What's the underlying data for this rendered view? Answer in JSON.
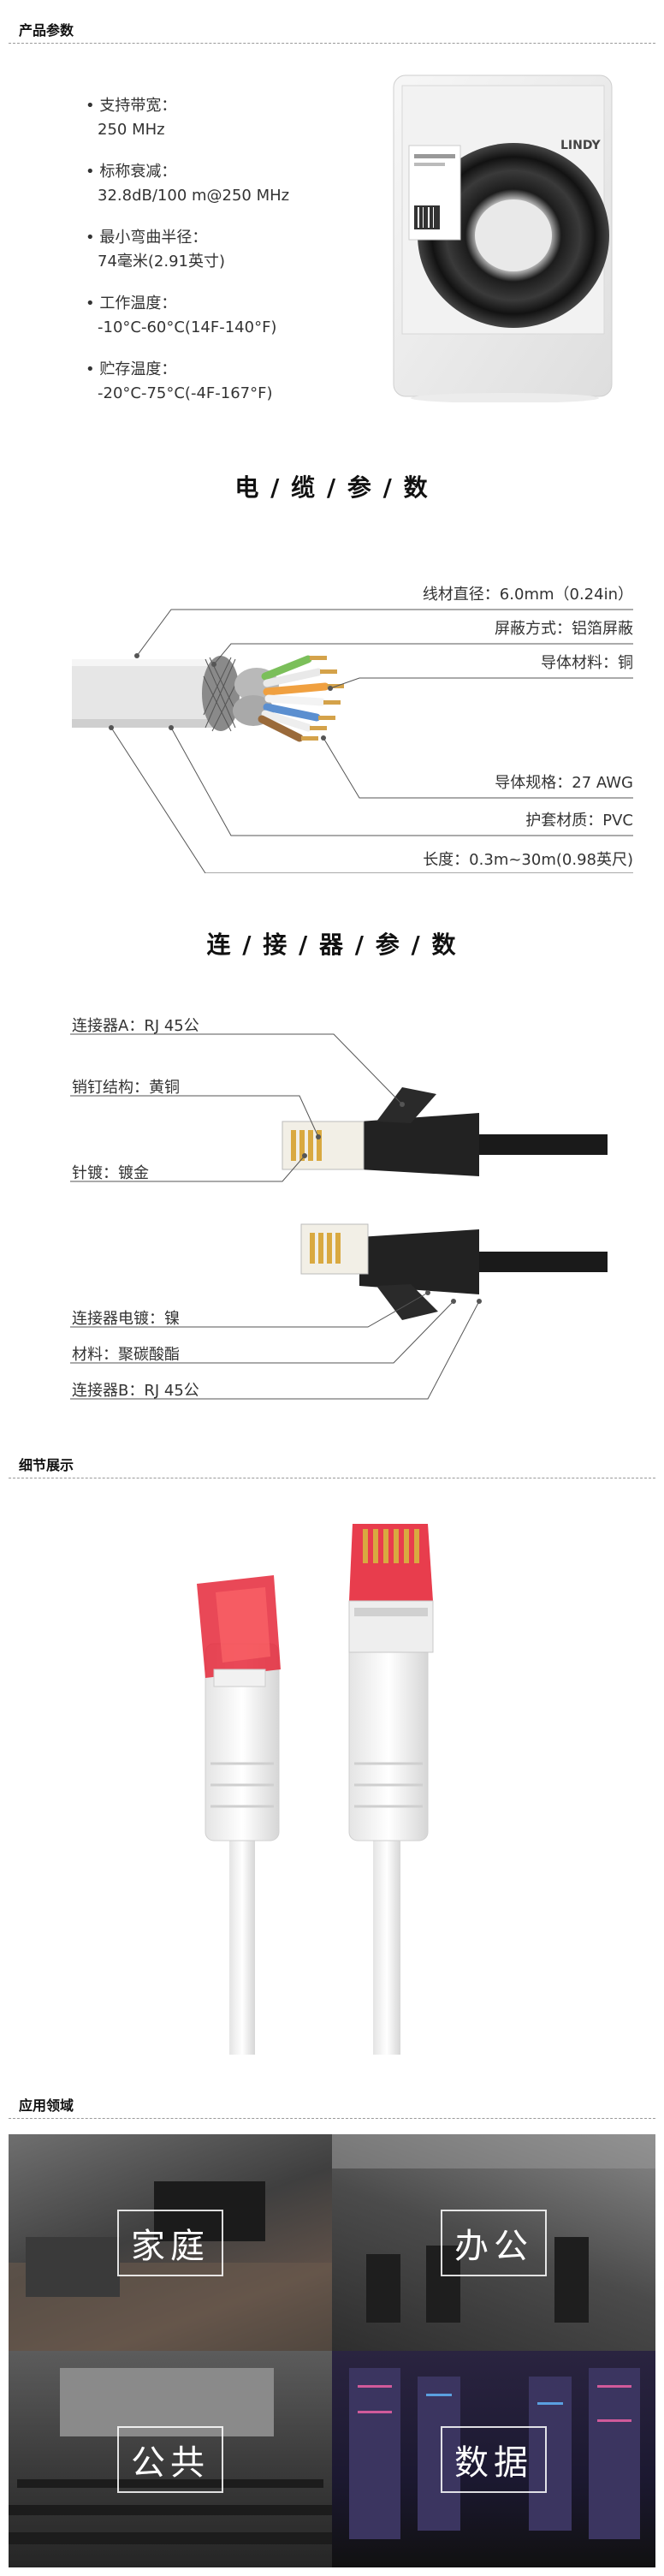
{
  "sections": {
    "params": "产品参数",
    "details": "细节展示",
    "applications": "应用领域"
  },
  "specs": [
    {
      "label": "支持带宽：",
      "value": "250 MHz"
    },
    {
      "label": "标称衰减：",
      "value": "32.8dB/100 m@250 MHz"
    },
    {
      "label": "最小弯曲半径：",
      "value": "74毫米(2.91英寸)"
    },
    {
      "label": "工作温度：",
      "value": "-10°C-60°C(14F-140°F)"
    },
    {
      "label": "贮存温度：",
      "value": "-20°C-75°C(-4F-167°F)"
    }
  ],
  "package": {
    "brand": "LINDY"
  },
  "cable": {
    "title": "电 / 缆 / 参 / 数",
    "callouts": [
      "线材直径：6.0mm（0.24in）",
      "屏蔽方式：铝箔屏蔽",
      "导体材料：铜",
      "导体规格：27 AWG",
      "护套材质：PVC",
      "长度：0.3m~30m(0.98英尺)"
    ]
  },
  "connector": {
    "title": "连 / 接 / 器 / 参 / 数",
    "callouts": [
      "连接器A：RJ 45公",
      "销钉结构：黄铜",
      "针镀：镀金",
      "连接器电镀：镍",
      "材料：聚碳酸酯",
      "连接器B：RJ 45公"
    ]
  },
  "applications": [
    "家庭",
    "办公",
    "公共",
    "数据"
  ]
}
